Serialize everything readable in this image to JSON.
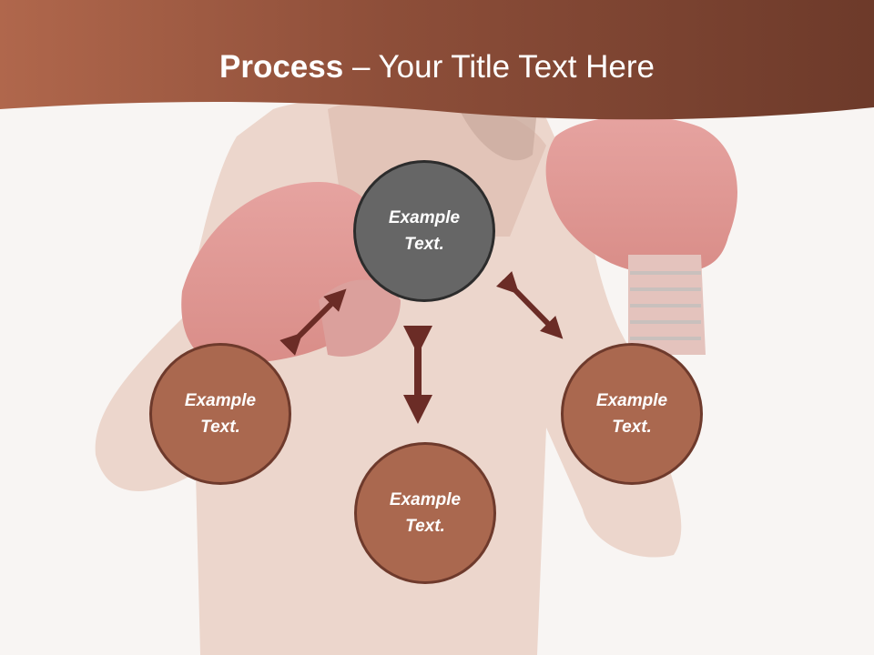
{
  "slide": {
    "title_bold": "Process",
    "title_rest": " – Your Title Text Here",
    "center_node": "Example Text.",
    "left_node": "Example Text.",
    "right_node": "Example Text.",
    "bottom_node": "Example Text."
  },
  "colors": {
    "header": "#8a4a35",
    "node_dark": "#666666",
    "node_brown": "#aa684f",
    "arrow": "#6b2c26"
  }
}
